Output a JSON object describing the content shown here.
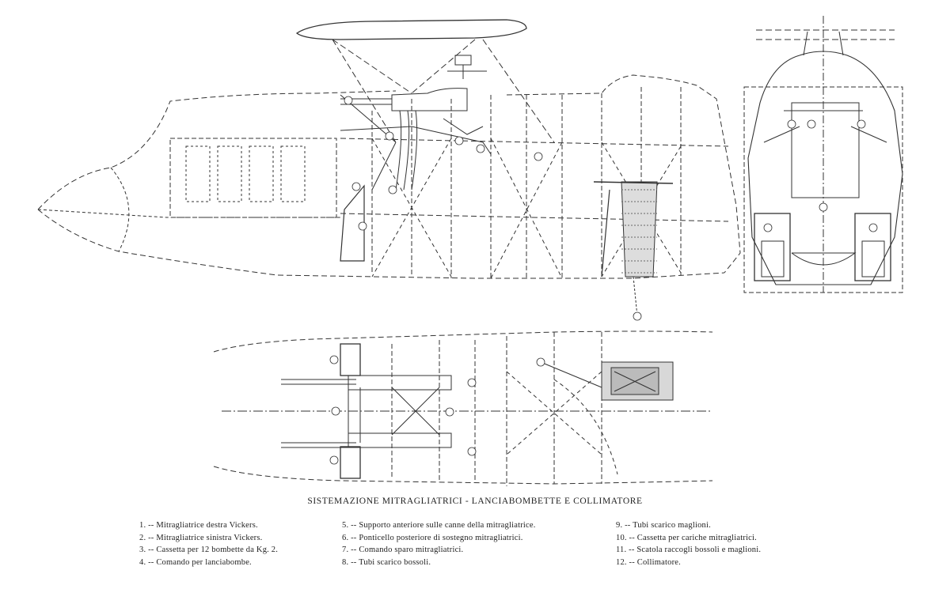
{
  "caption": "SISTEMAZIONE MITRAGLIATRICI - LANCIABOMBETTE E COLLIMATORE",
  "legend": {
    "col1": [
      "1. -- Mitragliatrice destra Vickers.",
      "2. -- Mitragliatrice sinistra Vickers.",
      "3. -- Cassetta per 12 bombette da Kg. 2.",
      "4. -- Comando per lanciabombe."
    ],
    "col2": [
      "5. -- Supporto anteriore sulle canne della mitragliatrice.",
      "6. -- Ponticello posteriore di sostegno mitragliatrici.",
      "7. -- Comando sparo mitragliatrici.",
      "8. -- Tubi scarico bossoli."
    ],
    "col3": [
      "9. -- Tubi scarico maglioni.",
      "10. -- Cassetta per cariche mitragliatrici.",
      "11. -- Scatola raccogli bossoli e maglioni.",
      "12. -- Collimatore."
    ]
  },
  "views": {
    "side_view": "side-elevation",
    "front_view": "front-section",
    "plan_view": "plan-view"
  }
}
